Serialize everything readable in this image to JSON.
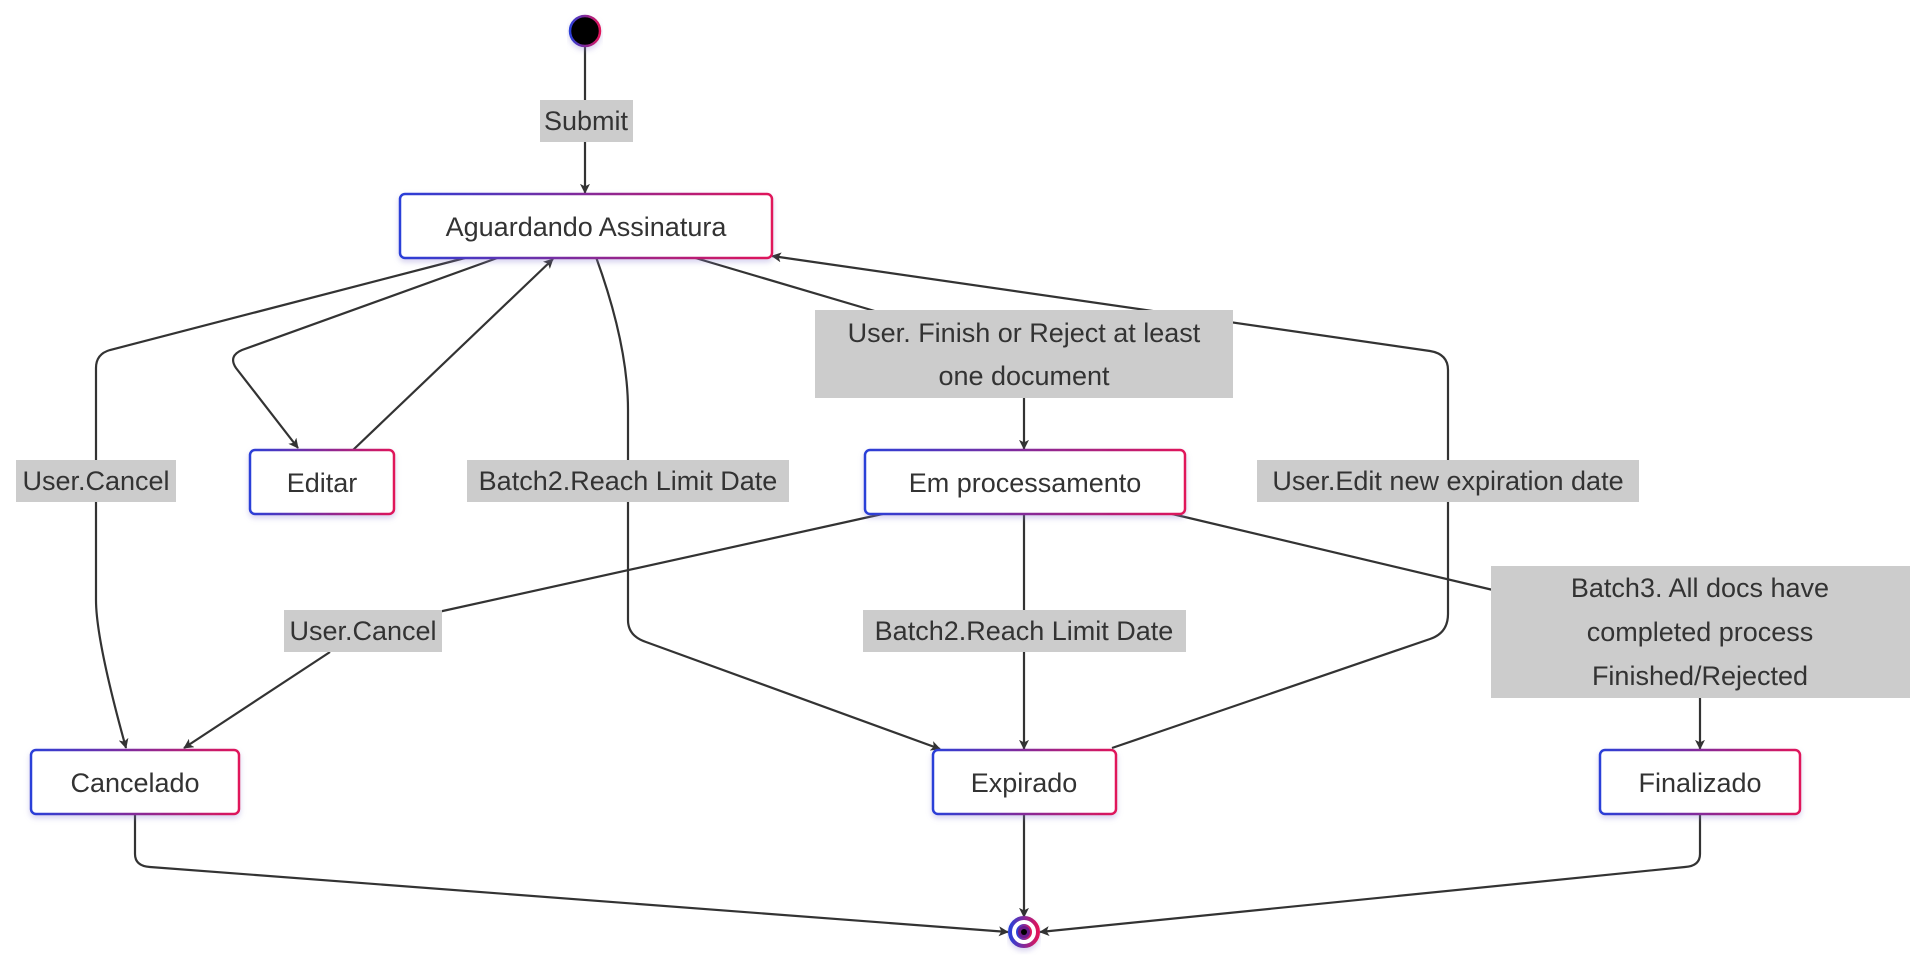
{
  "diagram": {
    "states": {
      "aguardando": "Aguardando Assinatura",
      "editar": "Editar",
      "processamento": "Em processamento",
      "cancelado": "Cancelado",
      "expirado": "Expirado",
      "finalizado": "Finalizado"
    },
    "transitions": {
      "submit": "Submit",
      "user_cancel_1": "User.Cancel",
      "batch2_limit_1": "Batch2.Reach Limit Date",
      "finish_or_reject_line1": "User. Finish or Reject at least",
      "finish_or_reject_line2": "one document",
      "edit_expiration": "User.Edit new expiration date",
      "user_cancel_2": "User.Cancel",
      "batch2_limit_2": "Batch2.Reach Limit Date",
      "batch3_line1": "Batch3. All docs have",
      "batch3_line2": "completed process",
      "batch3_line3": "Finished/Rejected"
    },
    "colors": {
      "gradient_start": "#2a3fd8",
      "gradient_end": "#e0155a",
      "edge": "#333333",
      "label_background": "#cccccc"
    }
  }
}
